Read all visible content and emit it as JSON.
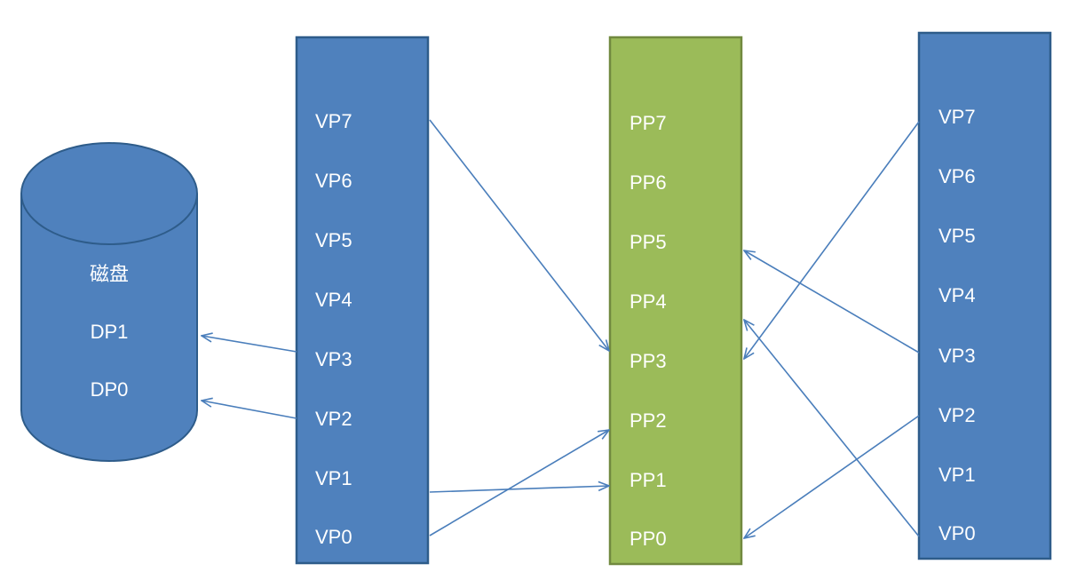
{
  "disk": {
    "title": "磁盘",
    "pages": [
      "DP1",
      "DP0"
    ]
  },
  "process_a": {
    "pages": [
      "VP7",
      "VP6",
      "VP5",
      "VP4",
      "VP3",
      "VP2",
      "VP1",
      "VP0"
    ]
  },
  "physical_memory": {
    "pages": [
      "PP7",
      "PP6",
      "PP5",
      "PP4",
      "PP3",
      "PP2",
      "PP1",
      "PP0"
    ]
  },
  "process_b": {
    "pages": [
      "VP7",
      "VP6",
      "VP5",
      "VP4",
      "VP3",
      "VP2",
      "VP1",
      "VP0"
    ]
  },
  "mappings": [
    {
      "from": "process_a.VP7",
      "to": "physical_memory.PP3"
    },
    {
      "from": "process_a.VP3",
      "to": "disk.DP1"
    },
    {
      "from": "process_a.VP2",
      "to": "disk.DP0"
    },
    {
      "from": "process_a.VP1",
      "to": "physical_memory.PP1"
    },
    {
      "from": "process_a.VP0",
      "to": "physical_memory.PP2"
    },
    {
      "from": "process_b.VP7",
      "to": "physical_memory.PP3"
    },
    {
      "from": "process_b.VP3",
      "to": "physical_memory.PP5"
    },
    {
      "from": "process_b.VP2",
      "to": "physical_memory.PP0"
    },
    {
      "from": "process_b.VP0",
      "to": "physical_memory.PP4"
    }
  ],
  "colors": {
    "blue_fill": "#4F81BD",
    "blue_stroke": "#2E5C8A",
    "green_fill": "#9BBB59",
    "green_stroke": "#71893F",
    "arrow": "#4A7EBB",
    "label": "#ffffff"
  }
}
